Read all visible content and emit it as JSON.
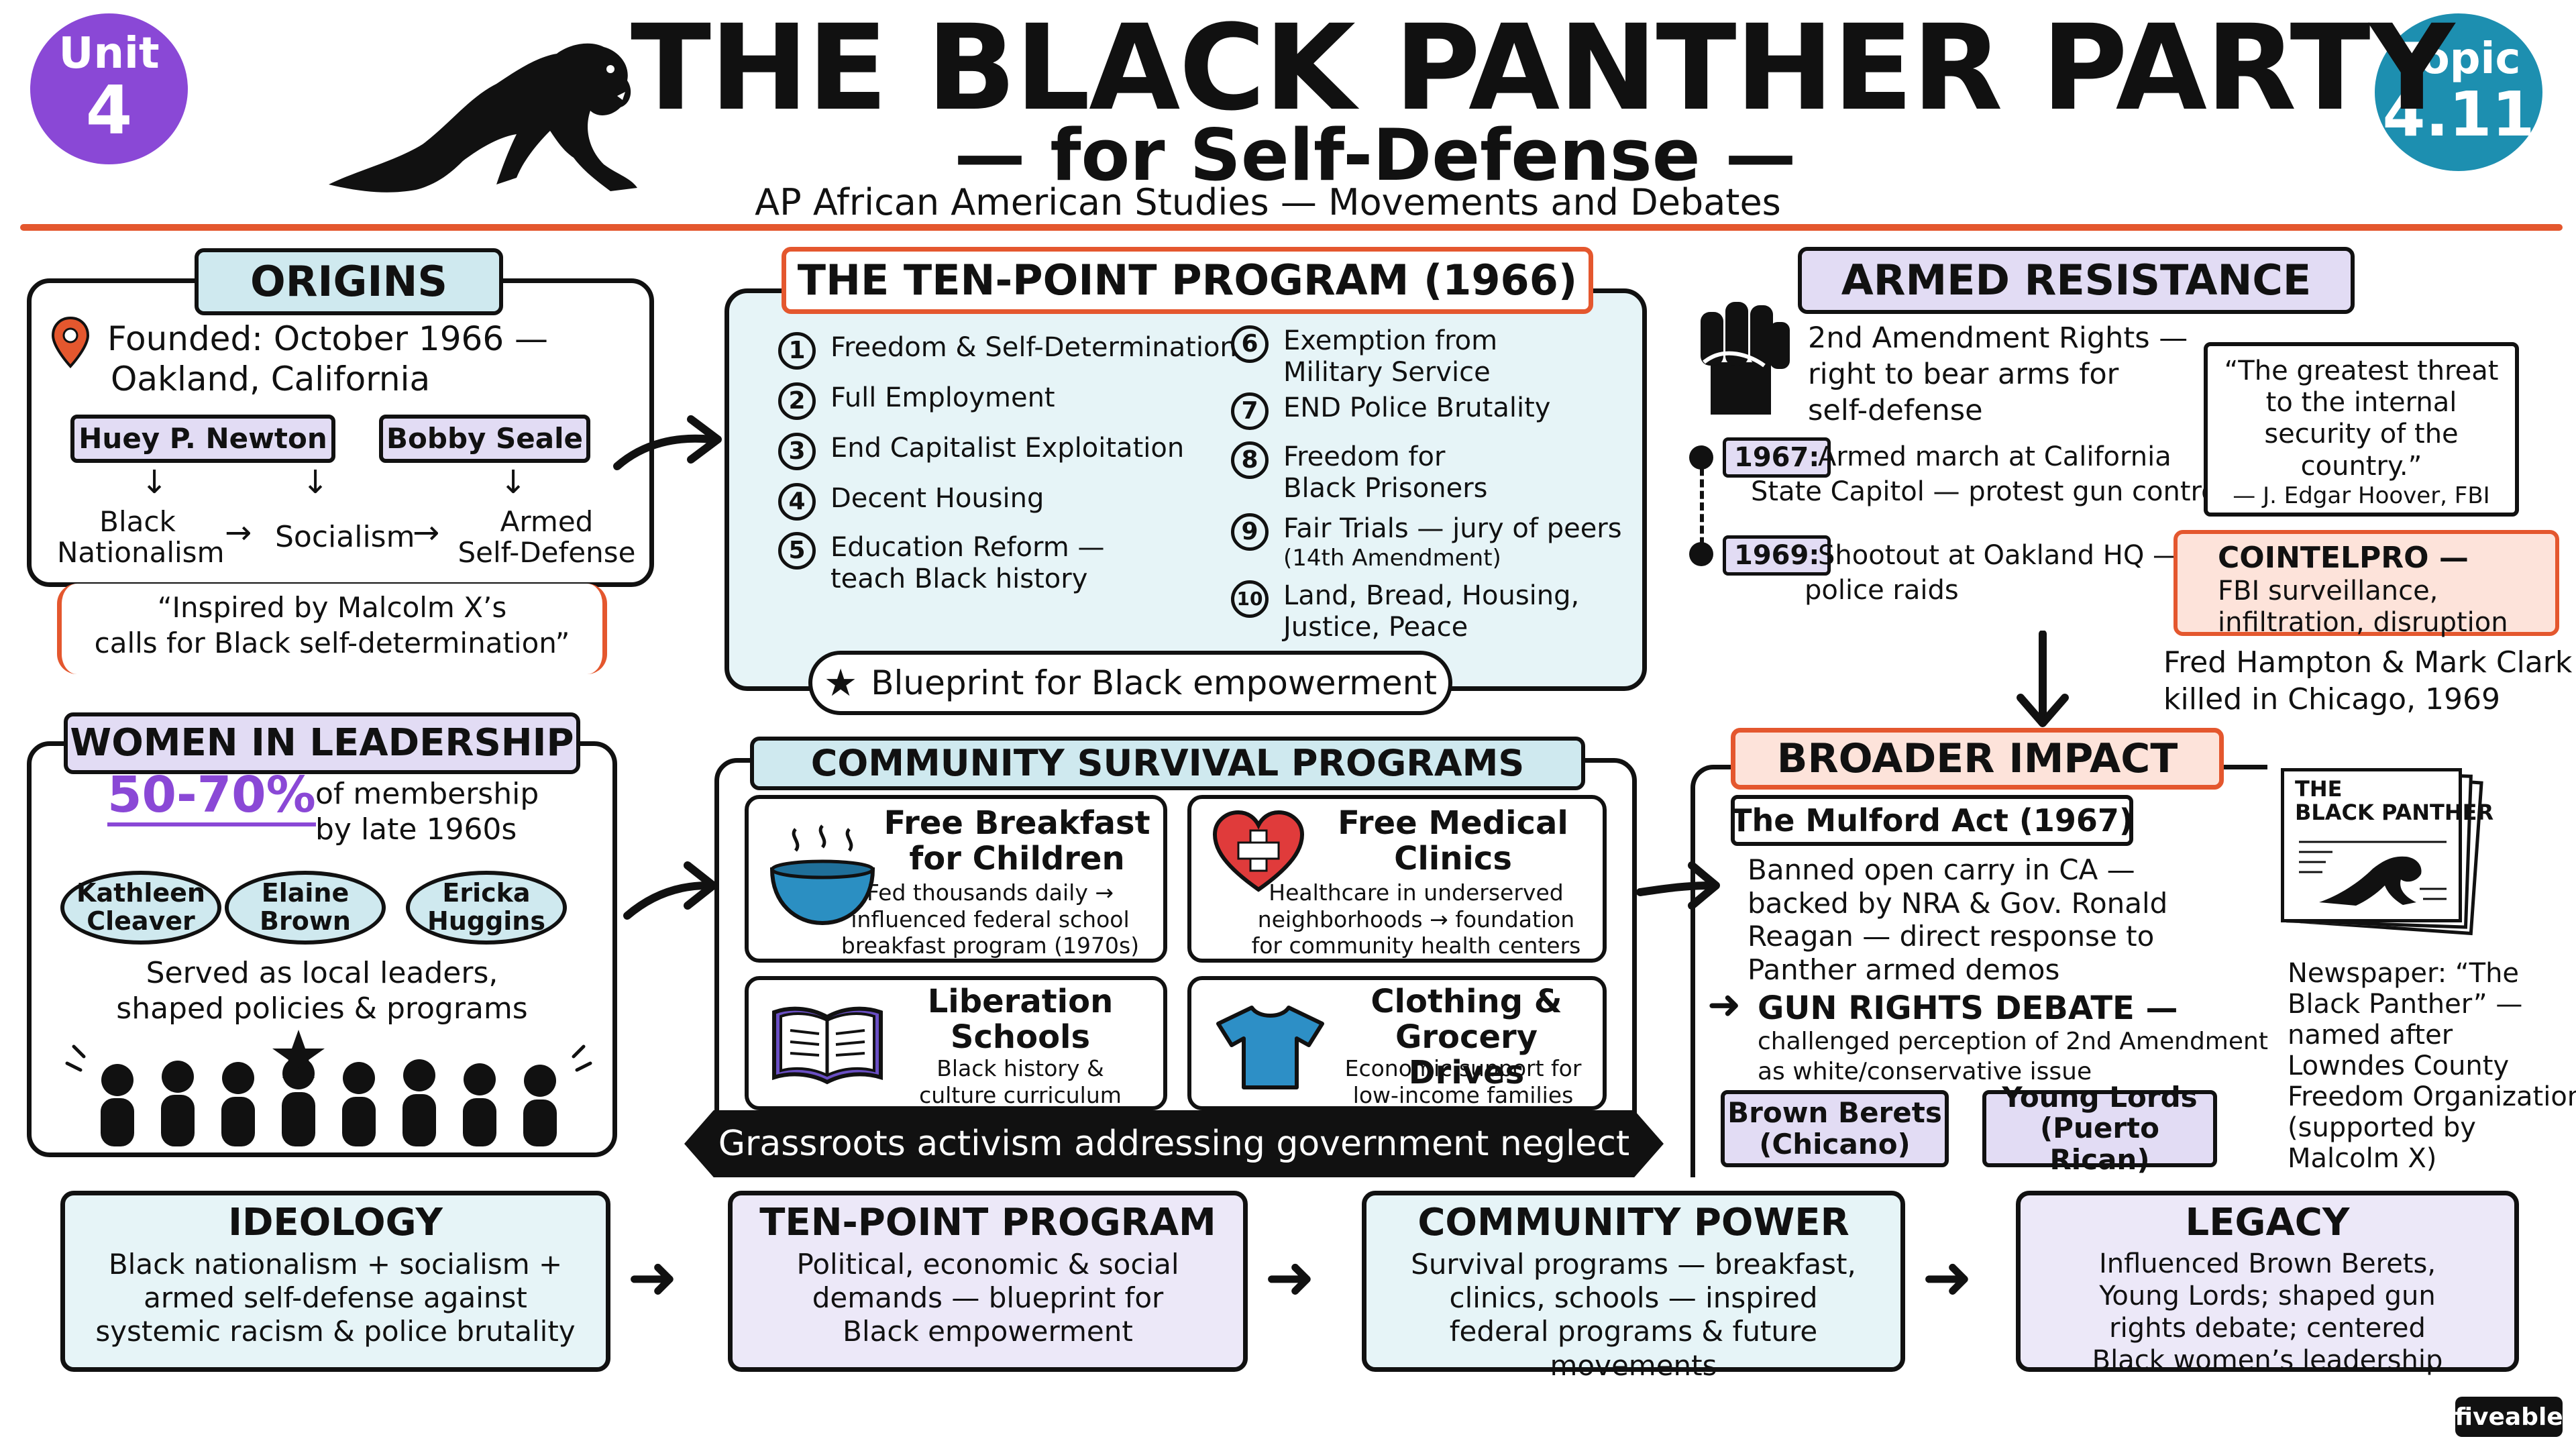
{
  "badges": {
    "unit_word": "Unit",
    "unit_num": "4",
    "topic_word": "Topic",
    "topic_num": "4.11"
  },
  "header": {
    "title": "THE BLACK PANTHER PARTY",
    "subtitle": "— for Self-Defense —",
    "tagline": "AP African American Studies — Movements and Debates"
  },
  "origins": {
    "title": "ORIGINS",
    "founded_1": "Founded: October 1966 —",
    "founded_2": "Oakland, California",
    "founder_1": "Huey P. Newton",
    "founder_2": "Bobby Seale",
    "idea_1a": "Black",
    "idea_1b": "Nationalism",
    "idea_2": "Socialism",
    "idea_3a": "Armed",
    "idea_3b": "Self-Defense",
    "quote_1": "“Inspired by Malcolm X’s",
    "quote_2": "calls for Black self-determination”"
  },
  "ten_point": {
    "title": "THE TEN-POINT PROGRAM (1966)",
    "points": [
      {
        "n": "1",
        "l1": "Freedom & Self-Determination",
        "l2": ""
      },
      {
        "n": "2",
        "l1": "Full Employment",
        "l2": ""
      },
      {
        "n": "3",
        "l1": "End Capitalist Exploitation",
        "l2": ""
      },
      {
        "n": "4",
        "l1": "Decent Housing",
        "l2": ""
      },
      {
        "n": "5",
        "l1": "Education Reform —",
        "l2": "teach Black history"
      },
      {
        "n": "6",
        "l1": "Exemption from",
        "l2": "Military Service"
      },
      {
        "n": "7",
        "l1": "END Police Brutality",
        "l2": ""
      },
      {
        "n": "8",
        "l1": "Freedom for",
        "l2": "Black Prisoners"
      },
      {
        "n": "9",
        "l1": "Fair Trials — jury of peers",
        "l2": "(14th Amendment)"
      },
      {
        "n": "10",
        "l1": "Land, Bread, Housing,",
        "l2": "Justice, Peace"
      }
    ],
    "blueprint": "Blueprint for Black empowerment"
  },
  "armed": {
    "title": "ARMED RESISTANCE",
    "rights_1": "2nd Amendment Rights —",
    "rights_2": "right to bear arms for",
    "rights_3": "self-defense",
    "y1967": "1967:",
    "e1967_1": "Armed march at California",
    "e1967_2": "State Capitol — protest gun control",
    "y1969": "1969:",
    "e1969_1": "Shootout at Oakland HQ —",
    "e1969_2": "police raids",
    "quote_1": "“The greatest threat",
    "quote_2": "to the internal",
    "quote_3": "security of the",
    "quote_4": "country.”",
    "quote_attr": "— J. Edgar Hoover, FBI",
    "cointel_1": "COINTELPRO —",
    "cointel_2": "FBI surveillance,",
    "cointel_3": "infiltration, disruption",
    "killed_1": "Fred Hampton & Mark Clark",
    "killed_2": "killed in Chicago, 1969"
  },
  "women": {
    "title": "WOMEN IN LEADERSHIP",
    "stat": "50-70%",
    "stat_1": "of membership",
    "stat_2": "by late 1960s",
    "names": [
      {
        "a": "Kathleen",
        "b": "Cleaver"
      },
      {
        "a": "Elaine",
        "b": "Brown"
      },
      {
        "a": "Ericka",
        "b": "Huggins"
      }
    ],
    "served_1": "Served as local leaders,",
    "served_2": "shaped policies & programs"
  },
  "survival": {
    "title": "COMMUNITY SURVIVAL PROGRAMS",
    "breakfast_t1": "Free Breakfast",
    "breakfast_t2": "for Children",
    "breakfast_d1": "Fed thousands daily →",
    "breakfast_d2": "influenced federal school",
    "breakfast_d3": "breakfast program (1970s)",
    "medical_t1": "Free Medical",
    "medical_t2": "Clinics",
    "medical_d1": "Healthcare in underserved",
    "medical_d2": "neighborhoods → foundation",
    "medical_d3": "for community health centers",
    "lib_t1": "Liberation",
    "lib_t2": "Schools",
    "lib_d1": "Black history &",
    "lib_d2": "culture curriculum",
    "cloth_t1": "Clothing &",
    "cloth_t2": "Grocery Drives",
    "cloth_d1": "Economic support for",
    "cloth_d2": "low-income families",
    "banner": "Grassroots activism addressing government neglect"
  },
  "impact": {
    "title": "BROADER IMPACT",
    "mulford": "The Mulford Act (1967)",
    "mulford_1": "Banned open carry in CA —",
    "mulford_2": "backed by NRA & Gov. Ronald",
    "mulford_3": "Reagan — direct response to",
    "mulford_4": "Panther armed demos",
    "gun_title": "GUN RIGHTS DEBATE —",
    "gun_1": "challenged perception of 2nd Amendment",
    "gun_2": "as white/conservative issue",
    "brown_1": "Brown Berets",
    "brown_2": "(Chicano)",
    "young_1": "Young Lords",
    "young_2": "(Puerto Rican)",
    "paper_1": "THE",
    "paper_2": "BLACK PANTHER",
    "news_1": "Newspaper: “The",
    "news_2": "Black Panther” —",
    "news_3": "named after",
    "news_4": "Lowndes County",
    "news_5": "Freedom Organization",
    "news_6": "(supported by",
    "news_7": "Malcolm X)"
  },
  "summary": [
    {
      "title": "IDEOLOGY",
      "l1": "Black nationalism + socialism +",
      "l2": "armed self-defense against",
      "l3": "systemic racism & police brutality",
      "l4": ""
    },
    {
      "title": "TEN-POINT PROGRAM",
      "l1": "Political, economic & social",
      "l2": "demands — blueprint for",
      "l3": "Black empowerment",
      "l4": ""
    },
    {
      "title": "COMMUNITY POWER",
      "l1": "Survival programs — breakfast,",
      "l2": "clinics, schools — inspired",
      "l3": "federal programs & future movements",
      "l4": ""
    },
    {
      "title": "LEGACY",
      "l1": "Influenced Brown Berets,",
      "l2": "Young Lords; shaped gun",
      "l3": "rights debate; centered",
      "l4": "Black women’s leadership"
    }
  ],
  "brand": "fiveable",
  "colors": {
    "purple": "#8a48d6",
    "teal": "#1d8fb0",
    "red": "#e4572e",
    "light_blue": "#e6f4f7",
    "light_purple": "#ece8f8",
    "light_red": "#fde3da",
    "header_blue": "#cfe9ef",
    "header_purple": "#e2dcf4"
  }
}
